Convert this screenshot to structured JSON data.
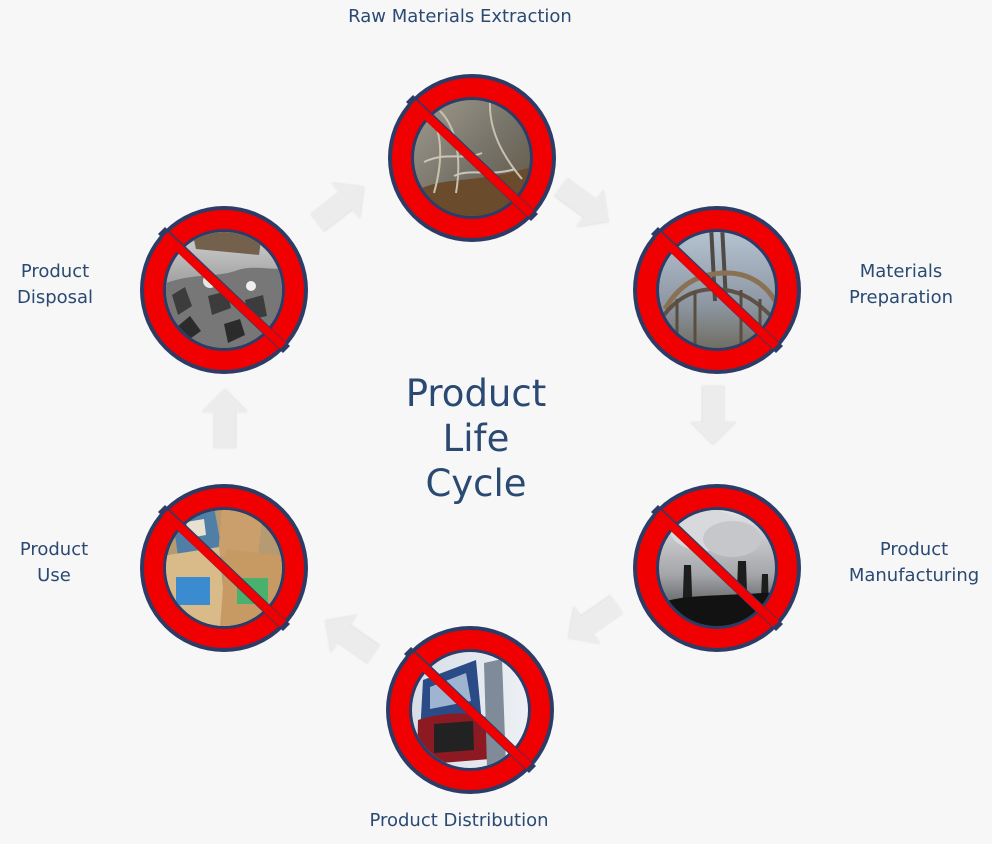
{
  "diagram": {
    "center_title": [
      "Product",
      "Life",
      "Cycle"
    ],
    "stages": [
      {
        "id": "raw-materials-extraction",
        "label": [
          "Raw Materials Extraction"
        ],
        "icon": "prohibited-raw-materials-photo-icon"
      },
      {
        "id": "materials-preparation",
        "label": [
          "Materials",
          "Preparation"
        ],
        "icon": "prohibited-materials-preparation-photo-icon"
      },
      {
        "id": "product-manufacturing",
        "label": [
          "Product",
          "Manufacturing"
        ],
        "icon": "prohibited-factory-smoke-photo-icon"
      },
      {
        "id": "product-distribution",
        "label": [
          "Product Distribution"
        ],
        "icon": "prohibited-truck-photo-icon"
      },
      {
        "id": "product-use",
        "label": [
          "Product",
          "Use"
        ],
        "icon": "prohibited-shopping-bags-photo-icon"
      },
      {
        "id": "product-disposal",
        "label": [
          "Product",
          "Disposal"
        ],
        "icon": "prohibited-landfill-photo-icon"
      }
    ],
    "colors": {
      "background": "#f7f7f7",
      "text": "#2a4a73",
      "prohibition_red": "#f00000",
      "prohibition_outline": "#2d3c67",
      "arrow": "#e8e8e8"
    }
  }
}
